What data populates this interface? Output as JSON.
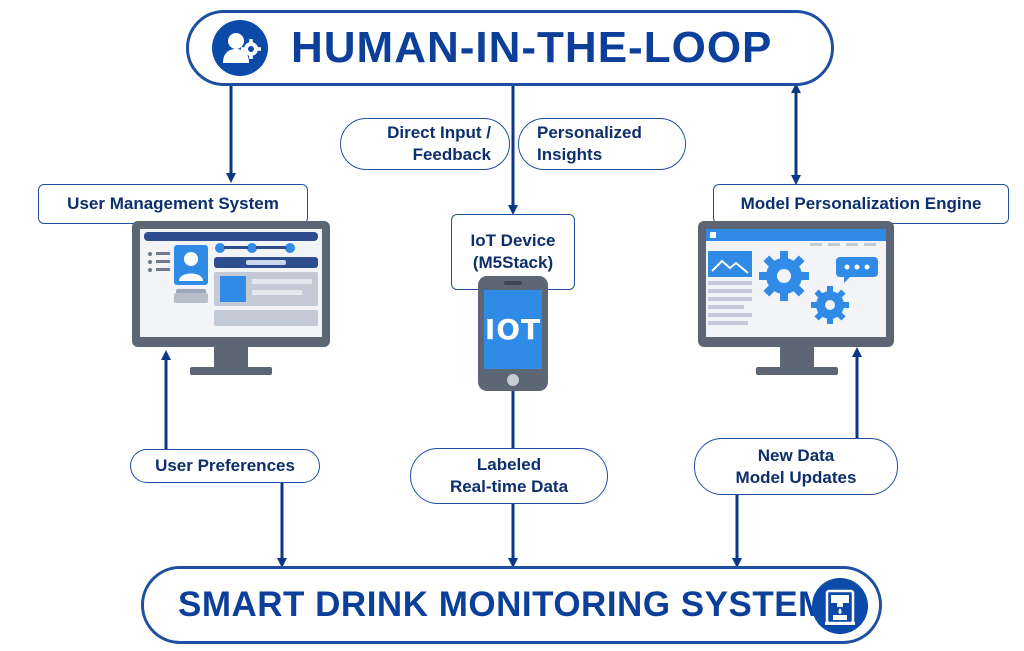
{
  "header": {
    "title": "HUMAN-IN-THE-LOOP",
    "icon": "person-gear-icon"
  },
  "footer": {
    "title": "SMART DRINK MONITORING SYSTEM",
    "icon": "drink-dispenser-icon"
  },
  "labels": {
    "direct_input_line1": "Direct Input /",
    "direct_input_line2": "Feedback",
    "personalized_line1": "Personalized",
    "personalized_line2": "Insights",
    "user_management": "User Management System",
    "iot_device_line1": "IoT Device",
    "iot_device_line2": "(M5Stack)",
    "model_engine": "Model Personalization Engine",
    "user_preferences": "User Preferences",
    "labeled_line1": "Labeled",
    "labeled_line2": "Real-time Data",
    "new_data_line1": "New Data",
    "new_data_line2": "Model Updates",
    "phone_screen": "IOT"
  },
  "colors": {
    "primary": "#1f4fa3",
    "title": "#0b3f9a",
    "monitor_frame": "#5c6675",
    "screen_accent": "#2f8be6"
  }
}
